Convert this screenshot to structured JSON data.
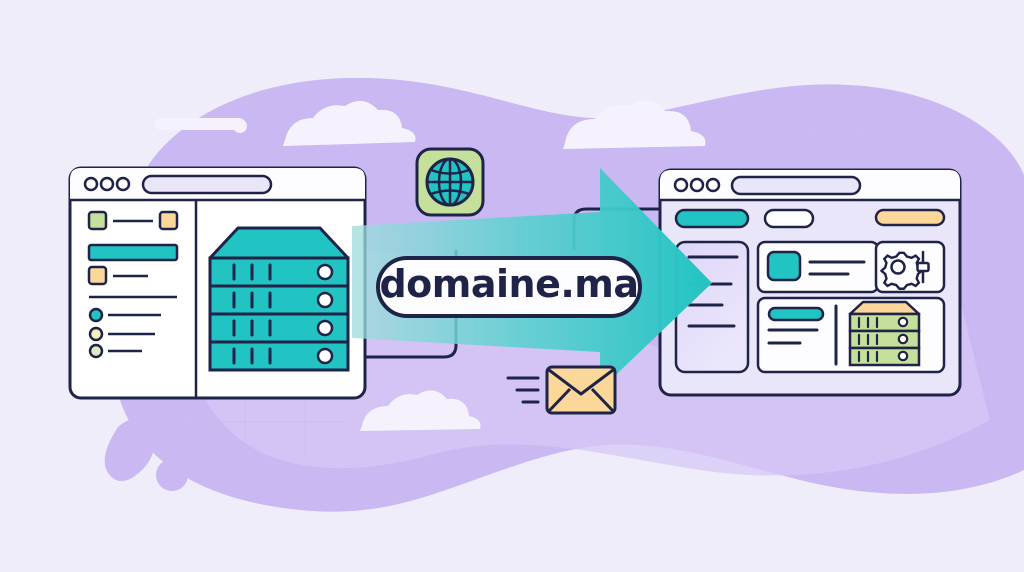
{
  "illustration": {
    "title": "domain transfer illustration",
    "domain_pill": {
      "text": "domaine.ma"
    }
  },
  "colors": {
    "background": "#f0edfb",
    "blob_purple": "#c9b8f2",
    "blob_purple_soft": "#d6c8f5",
    "ink": "#1e2347",
    "teal": "#22c3c3",
    "teal_dark": "#16a8ad",
    "teal_light": "#8fdede",
    "green": "#c5e09a",
    "green_pale": "#d4e8ac",
    "orange": "#fbd89a",
    "orange_deep": "#f7c97b",
    "white": "#ffffff",
    "panel_lilac": "#eae6fa",
    "cloud": "#f5f2fd"
  },
  "left_window": {
    "name": "source hosting panel",
    "titlebar": {
      "dots": [
        "dot-1",
        "dot-2",
        "dot-3"
      ],
      "address_bar": {
        "value": ""
      }
    },
    "sidebar": {
      "row_top": {
        "left_swatch": "green",
        "right_swatch": "orange",
        "line": ""
      },
      "active_bar": {
        "label": ""
      },
      "row_second": {
        "swatch": "orange",
        "line": ""
      },
      "divider": true,
      "bullets": [
        {
          "color": "teal",
          "line_width": 52
        },
        {
          "color": "orange",
          "line_width": 46
        },
        {
          "color": "green",
          "line_width": 34
        }
      ]
    },
    "server": {
      "name": "source server rack",
      "color": "teal",
      "bays": 4,
      "ticks_per_bay": 3,
      "led": "white-circle"
    }
  },
  "right_window": {
    "name": "destination hosting panel",
    "titlebar": {
      "dots": [
        "dot-1",
        "dot-2",
        "dot-3"
      ],
      "address_bar": {
        "value": ""
      }
    },
    "toolbar": {
      "pills": [
        {
          "name": "primary-pill",
          "style": "filled-teal"
        },
        {
          "name": "secondary-pill",
          "style": "outline"
        },
        {
          "name": "accent-pill",
          "style": "filled-orange"
        }
      ]
    },
    "sidebar": {
      "lines": [
        78,
        62,
        48,
        70
      ]
    },
    "card_profile": {
      "name": "profile card",
      "thumb": "teal-rounded-square",
      "lines": [
        52,
        38
      ]
    },
    "card_settings": {
      "name": "settings card",
      "icons": [
        "gear-icon",
        "slider-icon"
      ]
    },
    "card_server": {
      "name": "destination server card",
      "pill": "teal",
      "lines": [
        48,
        34
      ],
      "server": {
        "color": "green",
        "top_color": "orange",
        "bays": 3,
        "ticks_per_bay": 3,
        "led": "white-circle"
      }
    }
  },
  "icons": {
    "globe": {
      "name": "globe-icon",
      "tile_color": "green",
      "glyph_color": "teal"
    },
    "envelope": {
      "name": "envelope-icon",
      "color": "orange",
      "speed_lines": 3
    }
  },
  "arrow": {
    "name": "transfer-arrow",
    "direction": "right",
    "gradient_from": "#a9e0e0",
    "gradient_to": "#22c3c3"
  },
  "decor": {
    "clouds": 4,
    "grid_lines": "faint",
    "leaf": "purple-leaf",
    "dot": "purple-dot"
  }
}
